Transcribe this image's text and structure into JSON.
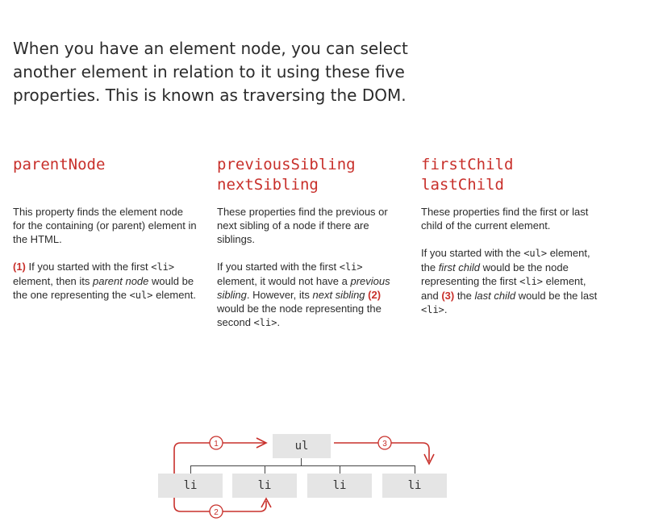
{
  "intro": "When you have an element node, you can select another element in relation to it using these five properties. This is known as traversing the DOM.",
  "columns": [
    {
      "names": [
        "parentNode"
      ],
      "p1": "This property finds the element node for the containing (or parent) element in the HTML.",
      "p2": {
        "num": "(1)",
        "a": " If you started with the first ",
        "code1": "<li>",
        "b": " element, then its ",
        "em1": "parent node",
        "c": " would be the one representing the ",
        "code2": "<ul>",
        "d": " element."
      }
    },
    {
      "names": [
        "previousSibling",
        "nextSibling"
      ],
      "p1": "These properties find the previous or next sibling of a node if there are siblings.",
      "p2": {
        "a": "If you started with the first ",
        "code1": "<li>",
        "b": " element, it would not have a ",
        "em1": "previous sibling",
        "c": ". However, its ",
        "em2": "next sibling",
        "num": "(2)",
        "d": " would be the node representing the second ",
        "code2": "<li>",
        "e": "."
      }
    },
    {
      "names": [
        "firstChild",
        "lastChild"
      ],
      "p1": "These properties find the first or last child of the current element.",
      "p2": {
        "a": "If you started with the ",
        "code1": "<ul>",
        "b": " element, the ",
        "em1": "first child",
        "c": " would be the node representing the first ",
        "code2": "<li>",
        "d": " element, and ",
        "num": "(3)",
        "e": " the ",
        "em2": "last child",
        "f": " would be the last ",
        "code3": "<li>",
        "g": "."
      }
    }
  ],
  "diagram": {
    "root": "ul",
    "children": [
      "li",
      "li",
      "li",
      "li"
    ],
    "markers": [
      "1",
      "2",
      "3"
    ],
    "accent": "#c8302b"
  }
}
